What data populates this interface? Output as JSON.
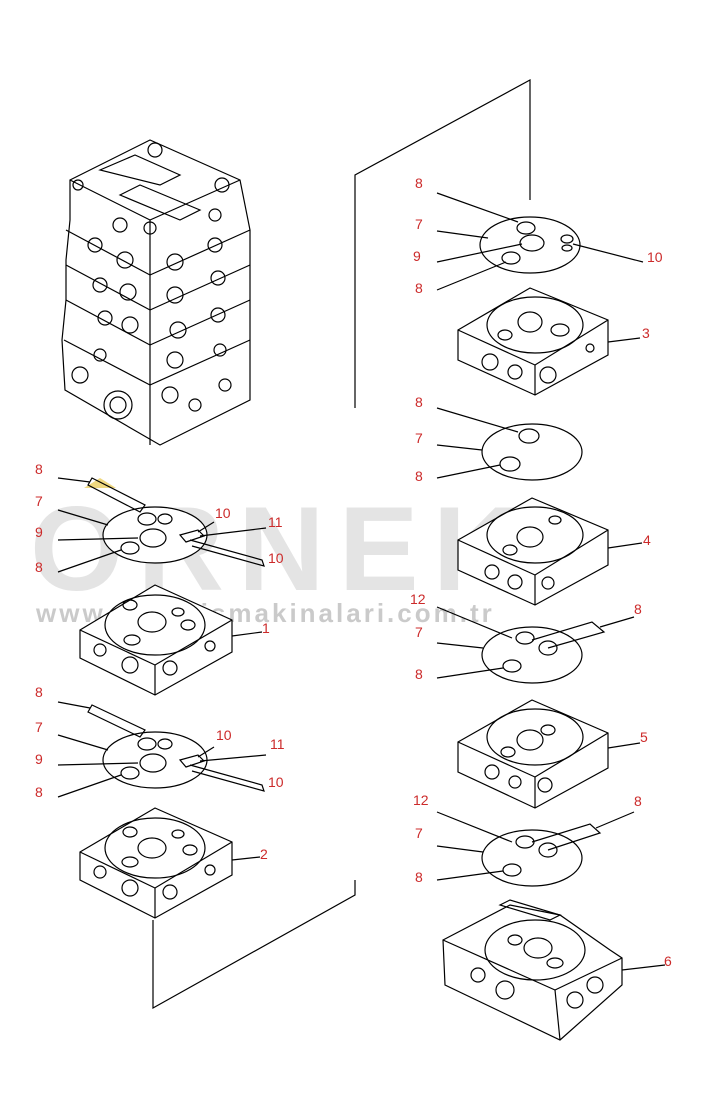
{
  "watermark": {
    "brand": "ORNEK",
    "site": "www.ornekismakinalari.com.tr"
  },
  "callouts": {
    "a8": "8",
    "a7": "7",
    "a9": "9",
    "a8b": "8",
    "a10": "10",
    "b8": "8",
    "b7": "7",
    "b8b": "8",
    "b4": "4",
    "b3": "3",
    "c12": "12",
    "c7": "7",
    "c8": "8",
    "c8b": "8",
    "c5": "5",
    "d12": "12",
    "d7": "7",
    "d8": "8",
    "d8b": "8",
    "d6": "6",
    "e8": "8",
    "e7": "7",
    "e9": "9",
    "e8b": "8",
    "e10": "10",
    "e11": "11",
    "e10b": "10",
    "e1": "1",
    "f8": "8",
    "f7": "7",
    "f9": "9",
    "f8b": "8",
    "f10": "10",
    "f11": "11",
    "f10b": "10",
    "f2": "2"
  }
}
